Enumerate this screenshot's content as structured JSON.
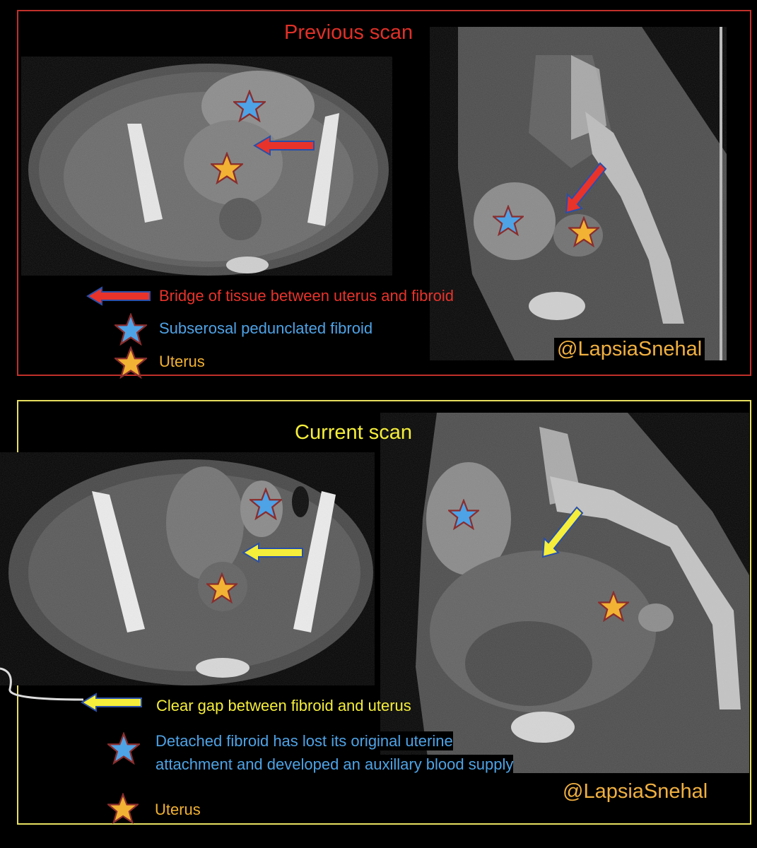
{
  "previous": {
    "title": "Previous scan",
    "legend": [
      {
        "icon": "red-arrow-icon",
        "text": "Bridge of tissue between uterus and fibroid",
        "color": "#e8332b"
      },
      {
        "icon": "blue-star-icon",
        "text": "Subserosal pedunclated fibroid",
        "color": "#4ea3e6"
      },
      {
        "icon": "orange-star-icon",
        "text": "Uterus",
        "color": "#f2b233"
      }
    ],
    "handle": "@LapsiaSnehal"
  },
  "current": {
    "title": "Current scan",
    "legend": [
      {
        "icon": "yellow-arrow-icon",
        "text": "Clear gap between fibroid and uterus",
        "color": "#f5e94a"
      },
      {
        "icon": "blue-star-icon",
        "text_line1": "Detached fibroid has lost its original uterine",
        "text_line2": "attachment and developed an auxillary blood supply",
        "color": "#4ea3e6"
      },
      {
        "icon": "orange-star-icon",
        "text": "Uterus",
        "color": "#f2b233"
      }
    ],
    "handle": "@LapsiaSnehal"
  },
  "colors": {
    "prev_border": "#c0302a",
    "curr_border": "#e8e060",
    "red_arrow": "#e8332b",
    "yellow_arrow": "#f5ee3a",
    "blue_star": "#4ea3e6",
    "orange_star": "#f2b233",
    "star_outline": "#8a2d2d"
  }
}
